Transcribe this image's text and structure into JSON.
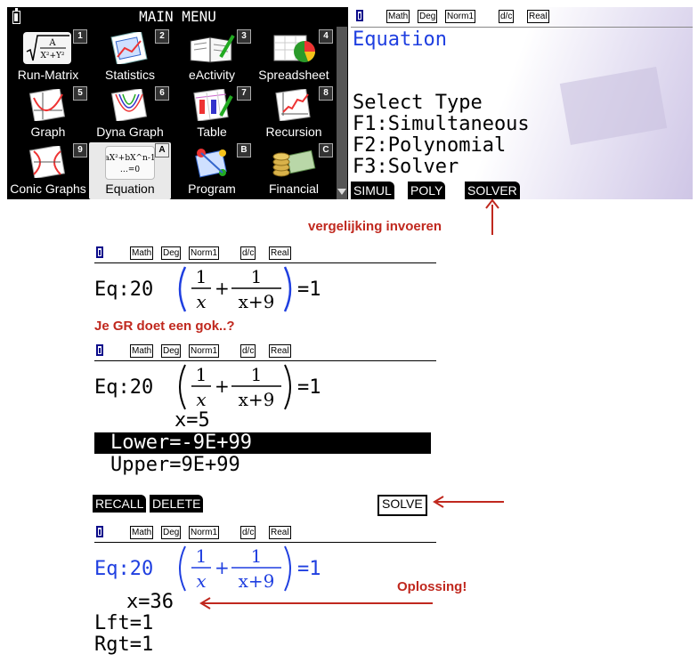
{
  "main_menu": {
    "title": "MAIN MENU",
    "apps": [
      {
        "label": "Run-Matrix",
        "key": "1"
      },
      {
        "label": "Statistics",
        "key": "2"
      },
      {
        "label": "eActivity",
        "key": "3"
      },
      {
        "label": "Spreadsheet",
        "key": "4"
      },
      {
        "label": "Graph",
        "key": "5"
      },
      {
        "label": "Dyna Graph",
        "key": "6"
      },
      {
        "label": "Table",
        "key": "7"
      },
      {
        "label": "Recursion",
        "key": "8"
      },
      {
        "label": "Conic Graphs",
        "key": "9"
      },
      {
        "label": "Equation",
        "key": "A"
      },
      {
        "label": "Program",
        "key": "B"
      },
      {
        "label": "Financial",
        "key": "C"
      }
    ],
    "run_icon_text": {
      "num": "A",
      "den": "X²+Y²"
    },
    "equation_icon_text": {
      "line1": "aX²+bX^n-1",
      "line2": "…=0"
    },
    "selected": "Equation"
  },
  "status_bar": {
    "badges": [
      "Math",
      "Deg",
      "Norm1",
      "d/c",
      "Real"
    ]
  },
  "equation_screen": {
    "title": "Equation",
    "lines": [
      "Select Type",
      "F1:Simultaneous",
      "F2:Polynomial",
      "F3:Solver"
    ],
    "fkeys": [
      "SIMUL",
      "POLY",
      "SOLVER"
    ]
  },
  "annotations": {
    "solver_note": "vergelijking invoeren",
    "guess_note": "Je GR doet een gok..?",
    "solution_note": "Oplossing!"
  },
  "screen2": {
    "eq_prefix": "Eq:20",
    "frac1": {
      "num": "1",
      "den": "x"
    },
    "plus": "+",
    "frac2": {
      "num": "1",
      "den": "x+9"
    },
    "rhs": "=1"
  },
  "screen3": {
    "x_line": "x=5",
    "lower": "Lower=-9E+99",
    "upper": "Upper=9E+99",
    "fkeys": [
      "RECALL",
      "DELETE",
      "SOLVE"
    ]
  },
  "screen4": {
    "x_line": "x=36",
    "lft": "Lft=1",
    "rgt": "Rgt=1"
  },
  "colors": {
    "accent_blue": "#1f3fe0",
    "note_red": "#c0281e",
    "battery": "#0a0a8a"
  }
}
